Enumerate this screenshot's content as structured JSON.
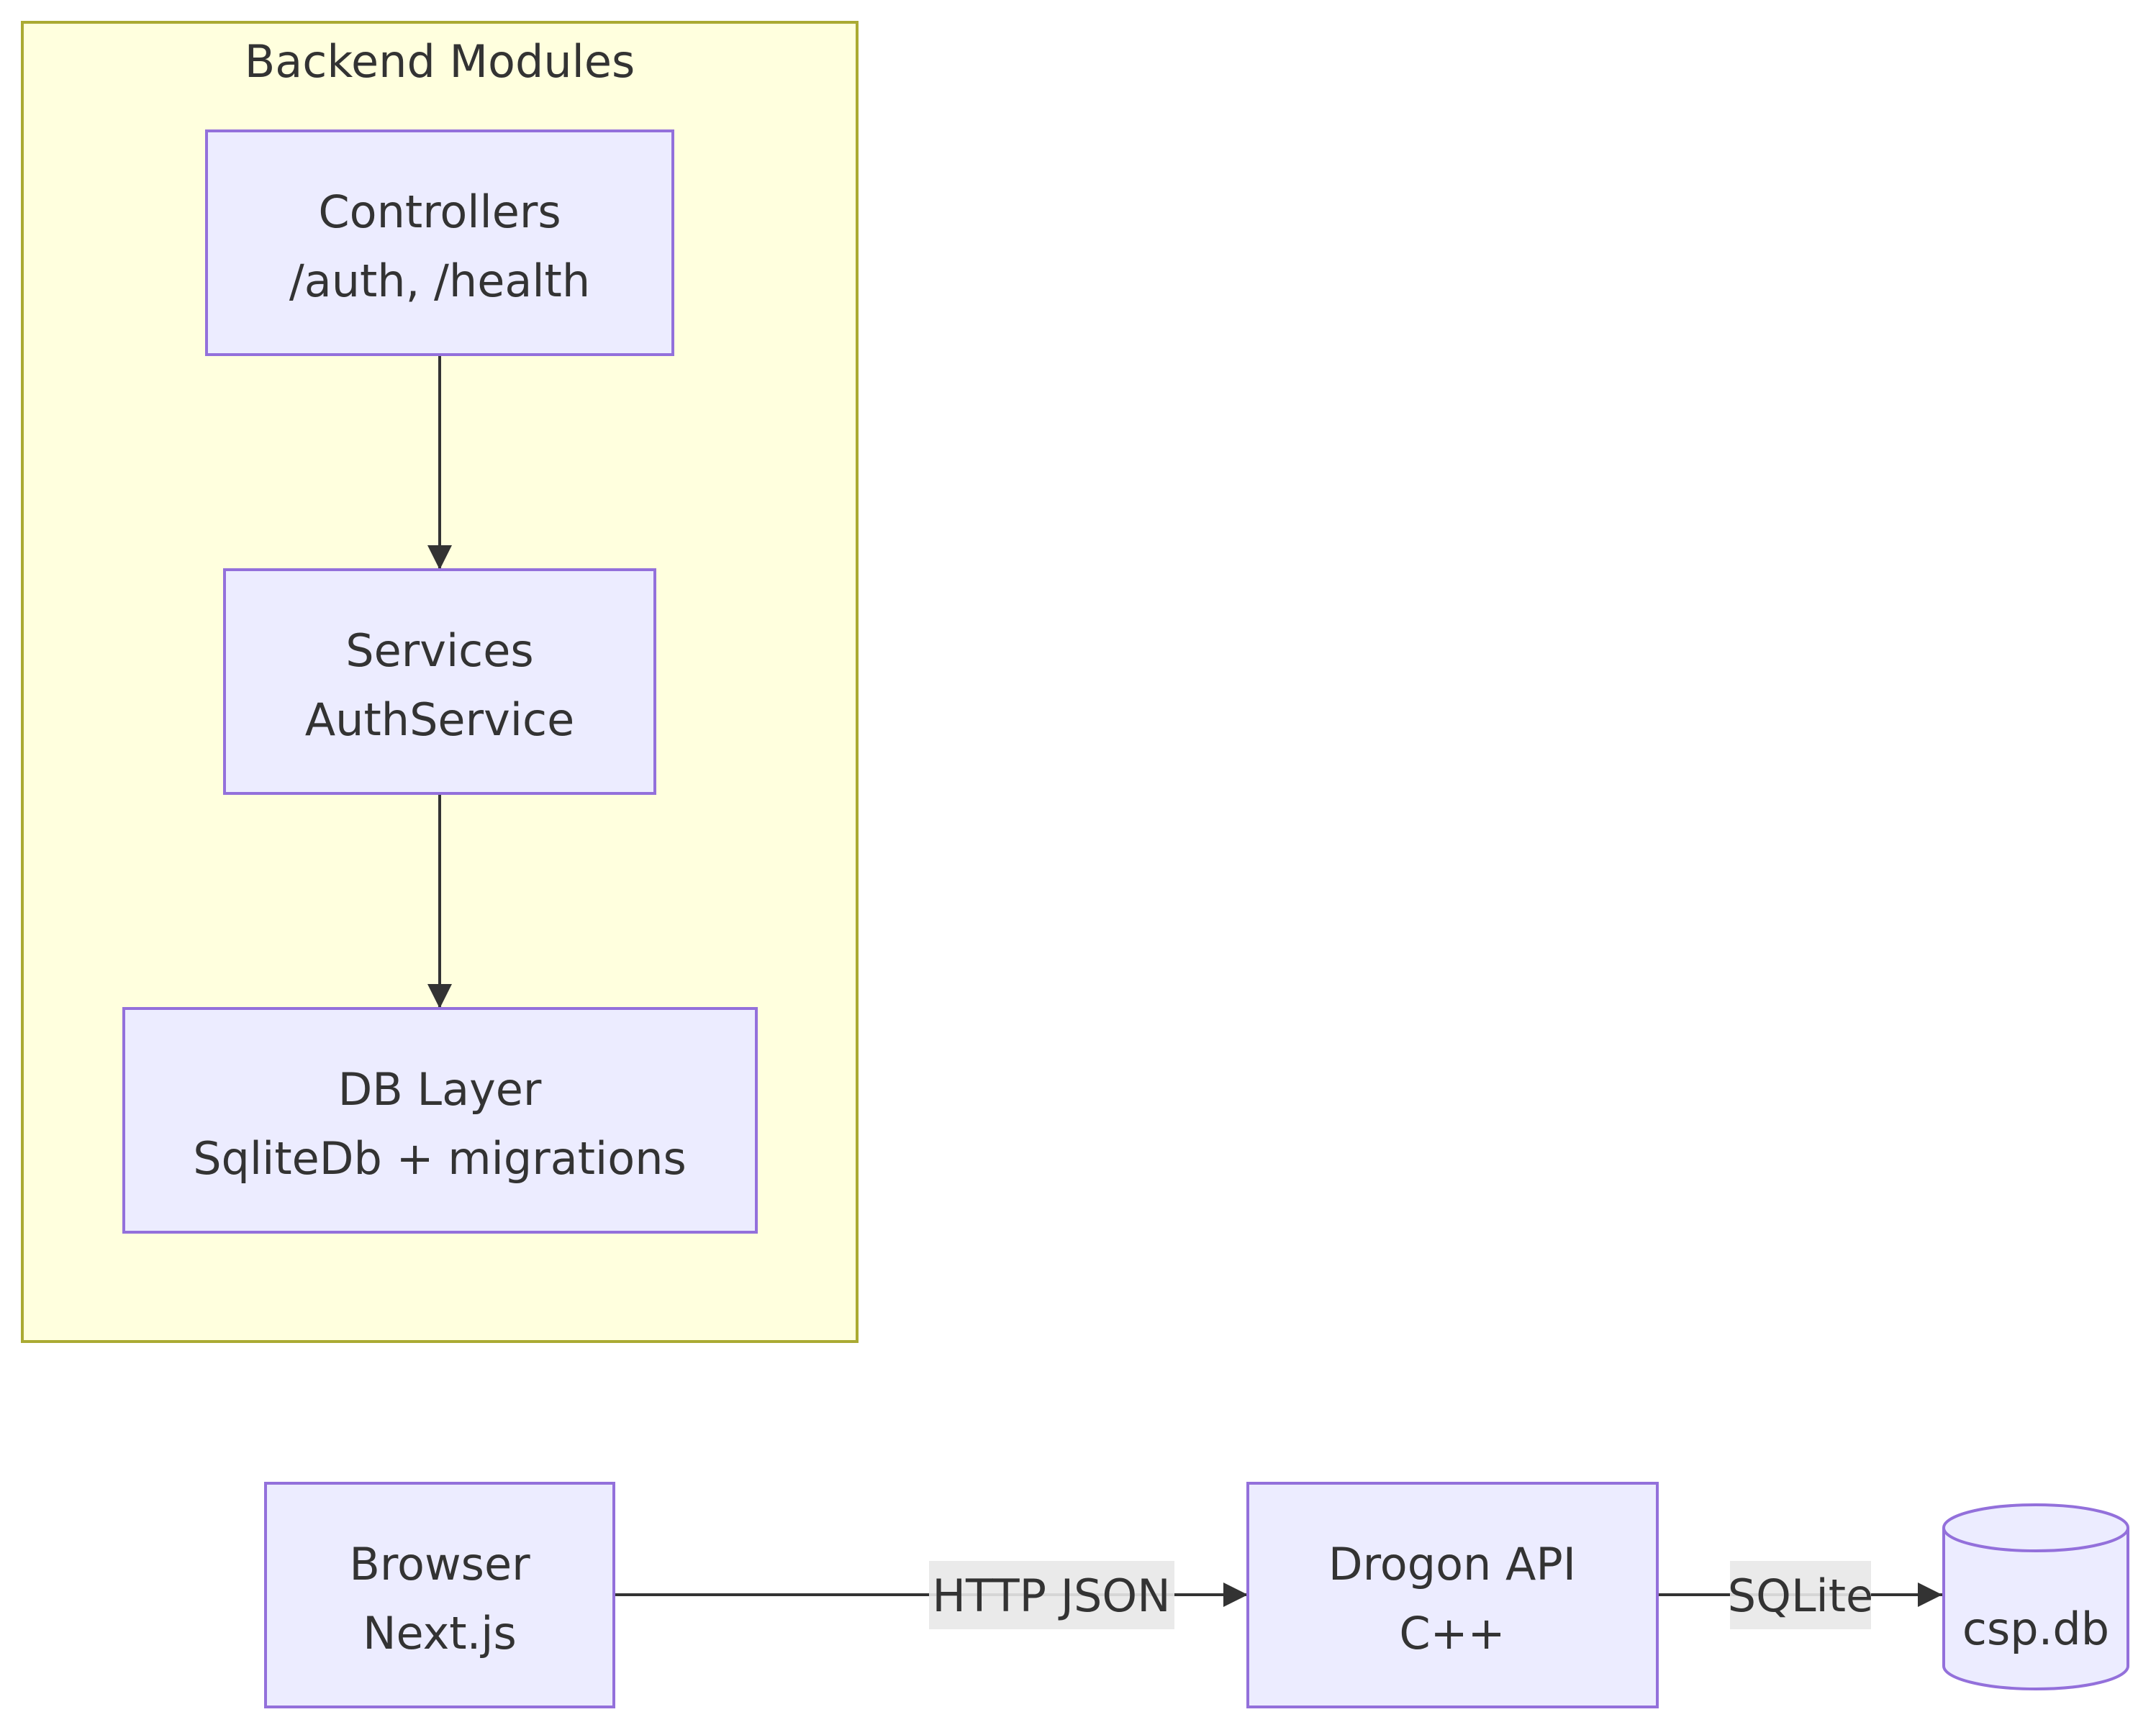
{
  "cluster": {
    "title": "Backend Modules"
  },
  "nodes": {
    "controllers": {
      "line1": "Controllers",
      "line2": "/auth, /health"
    },
    "services": {
      "line1": "Services",
      "line2": "AuthService"
    },
    "db_layer": {
      "line1": "DB Layer",
      "line2": "SqliteDb + migrations"
    },
    "browser": {
      "line1": "Browser",
      "line2": "Next.js"
    },
    "drogon_api": {
      "line1": "Drogon API",
      "line2": "C++"
    },
    "csp_db": {
      "label": "csp.db"
    }
  },
  "edges": {
    "browser_to_api": {
      "label": "HTTP JSON"
    },
    "api_to_db": {
      "label": "SQLite"
    }
  },
  "colors": {
    "node_fill": "#ececff",
    "node_stroke": "#9370db",
    "cluster_fill": "#ffffde",
    "cluster_stroke": "#aaaa33",
    "edge": "#333333",
    "edge_label_bg": "#e8e8e8",
    "text": "#333333"
  }
}
